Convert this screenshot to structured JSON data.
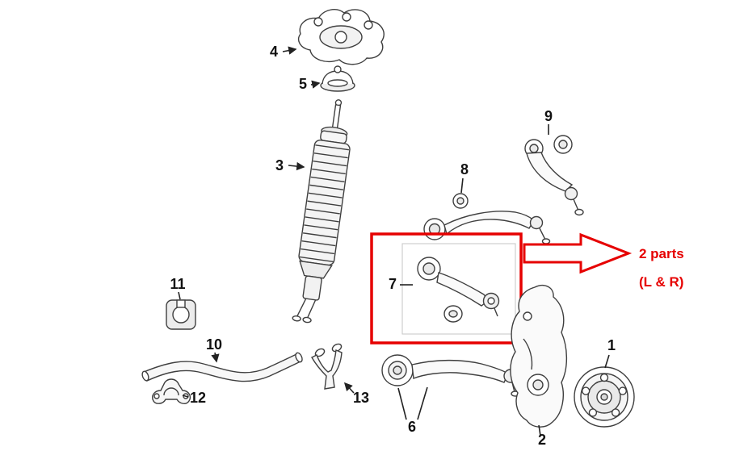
{
  "figure": {
    "type": "exploded-parts-diagram",
    "subject": "front-suspension",
    "background": "#ffffff",
    "line_color": "#3f3f3f"
  },
  "labels": {
    "n1": "1",
    "n2": "2",
    "n3": "3",
    "n4": "4",
    "n5": "5",
    "n6": "6",
    "n7": "7",
    "n8": "8",
    "n9": "9",
    "n10": "10",
    "n11": "11",
    "n12": "12",
    "n13": "13"
  },
  "highlight": {
    "color": "#e60000",
    "highlighted_part": "7",
    "annotation_line1": "2 parts",
    "annotation_line2": "(L & R)"
  }
}
